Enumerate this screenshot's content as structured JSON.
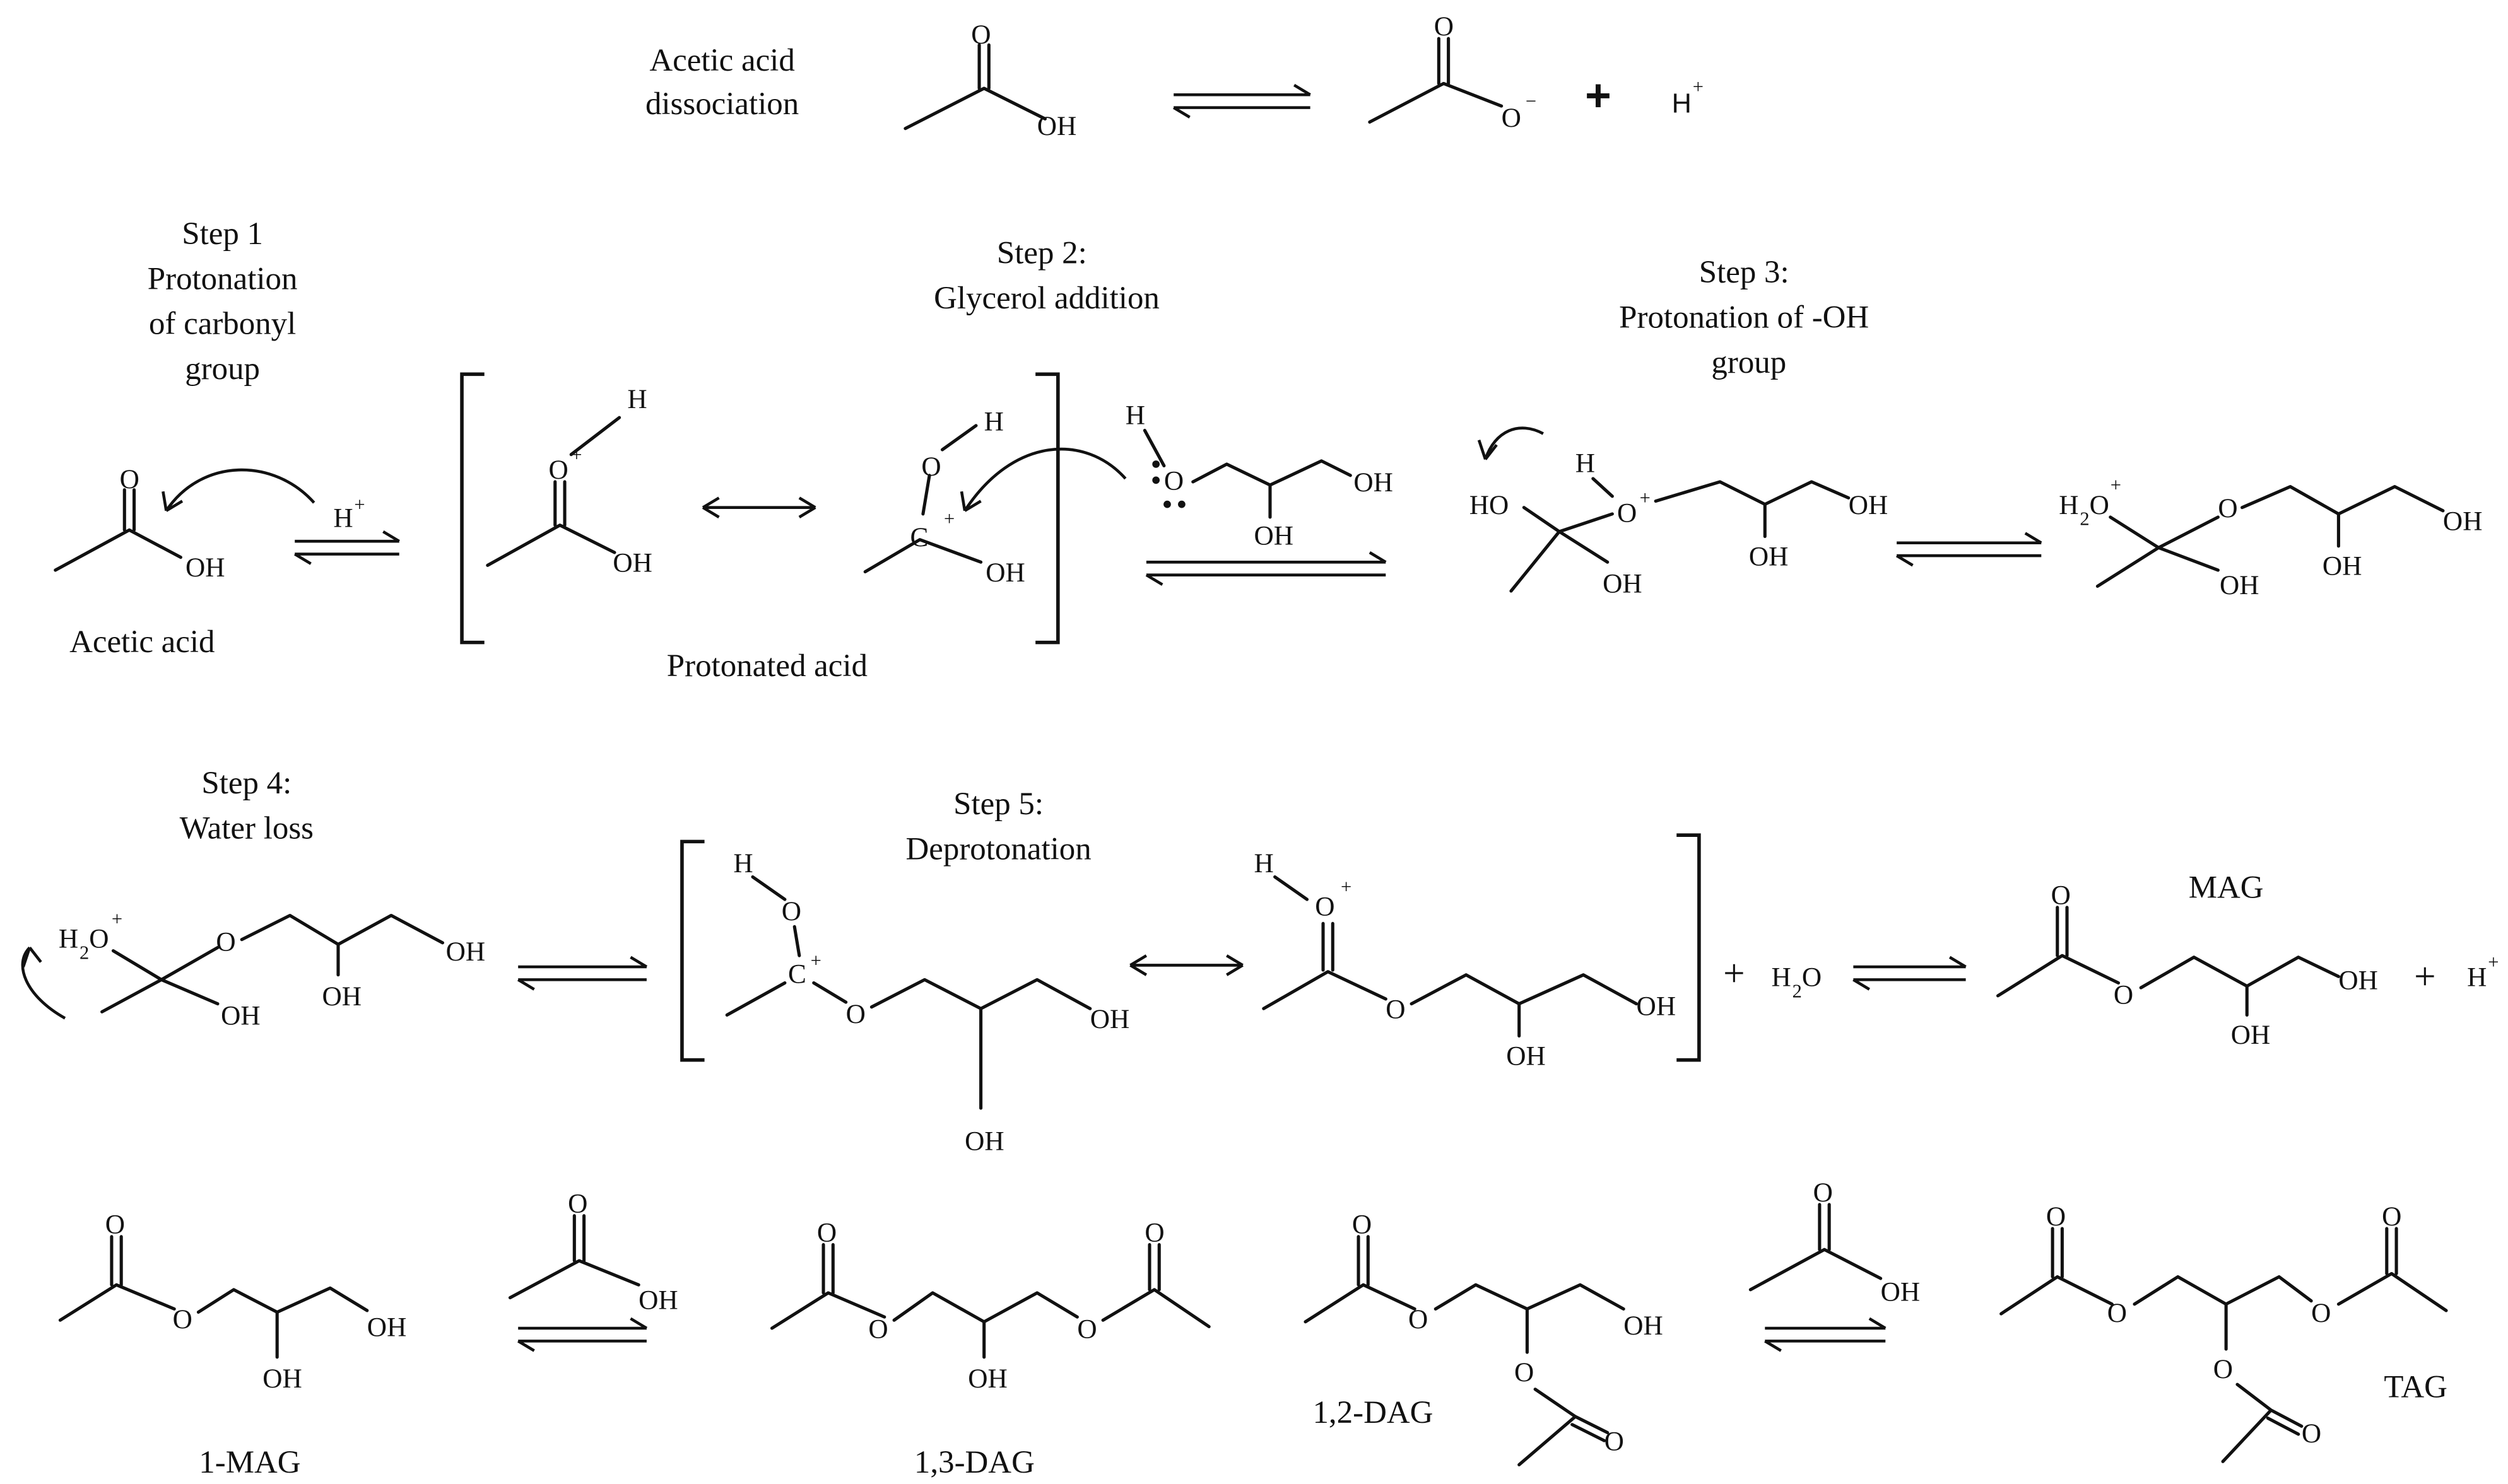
{
  "labels": {
    "acetic_acid_dissociation": [
      "Acetic acid",
      "dissociation"
    ],
    "step1": [
      "Step 1",
      "Protonation",
      "of carbonyl",
      "group"
    ],
    "step2": [
      "Step 2:",
      "Glycerol addition"
    ],
    "step3": [
      "Step 3:",
      "Protonation of -OH",
      "group"
    ],
    "step4": [
      "Step 4:",
      "Water loss"
    ],
    "step5": [
      "Step 5:",
      "Deprotonation"
    ],
    "acetic_acid": "Acetic acid",
    "protonated_acid": "Protonated acid",
    "mag": "MAG",
    "one_mag": "1-MAG",
    "one_three_dag": "1,3-DAG",
    "one_two_dag": "1,2-DAG",
    "tag": "TAG"
  },
  "atoms": {
    "O": "O",
    "OH": "OH",
    "HO": "HO",
    "H": "H",
    "H2": "H",
    "sub2": "2",
    "C": "C",
    "plus_charge": "+",
    "minus_charge": "−",
    "plus": "+",
    "H2O_H": "H",
    "H2O_O": "O"
  },
  "colors": {
    "ink": "#111111",
    "background": "#ffffff"
  }
}
